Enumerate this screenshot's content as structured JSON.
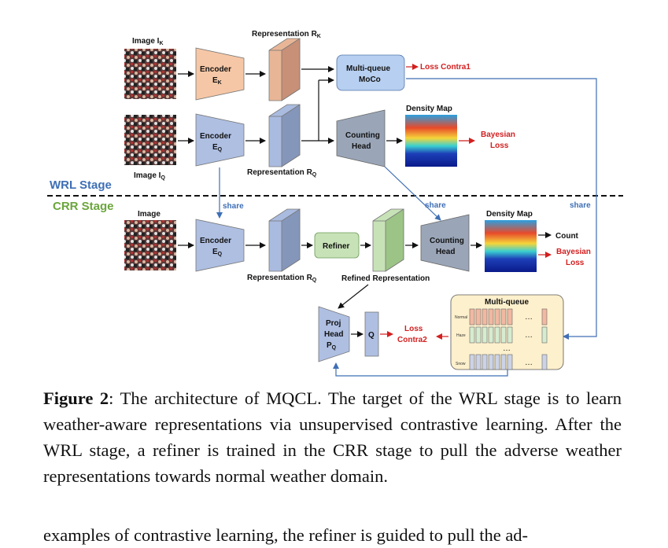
{
  "figure": {
    "top_image_label": "Image I",
    "top_image_sub": "K",
    "bottom_image_label": "Image I",
    "bottom_image_sub": "Q",
    "rep_k_label": "Representation R",
    "rep_k_sub": "K",
    "rep_q_label": "Representation R",
    "rep_q_sub": "Q",
    "encoder_label": "Encoder",
    "encoder_k_sub": "K",
    "encoder_q_sub": "Q",
    "moco_line1": "Multi-queue",
    "moco_line2": "MoCo",
    "loss_contra1": "Loss Contra1",
    "counting_line1": "Counting",
    "counting_line2": "Head",
    "density_map": "Density Map",
    "bayesian_line1": "Bayesian",
    "bayesian_line2": "Loss",
    "wrl_stage": "WRL Stage",
    "crr_stage": "CRR Stage",
    "share": "share",
    "crr_image_label": "Image",
    "refiner": "Refiner",
    "refined_rep": "Refined Representation",
    "count": "Count",
    "proj_line1": "Proj",
    "proj_line2": "Head",
    "proj_line3": "P",
    "proj_sub": "Q",
    "q_box": "Q",
    "loss_contra2_line1": "Loss",
    "loss_contra2_line2": "Contra2",
    "multi_queue": "Multi-queue",
    "queue_normal": "Normal",
    "queue_haze": "Haze",
    "queue_snow": "Snow",
    "ellipsis": "…",
    "ellipsis_v": "…",
    "colors": {
      "encoder_k": "#f6c7a6",
      "encoder_q": "#aebfe2",
      "rep_k": "#e8b697",
      "rep_q": "#aabbe0",
      "counting": "#9aa6b8",
      "refiner": "#c8e2b8",
      "moco": "#b7cff0",
      "queue_bg": "#fdf0cc",
      "loss_red": "#d21f1f",
      "wrl_blue": "#3f6fb5",
      "crr_green": "#6ba63c"
    }
  },
  "caption": {
    "label": "Figure 2",
    "text": ": The architecture of MQCL. The target of the WRL stage is to learn weather-aware representations via unsupervised contrastive learning. After the WRL stage, a refiner is trained in the CRR stage to pull the adverse weather representations towards normal weather domain."
  },
  "next_line": "examples of contrastive learning, the refiner is guided to pull the ad-"
}
